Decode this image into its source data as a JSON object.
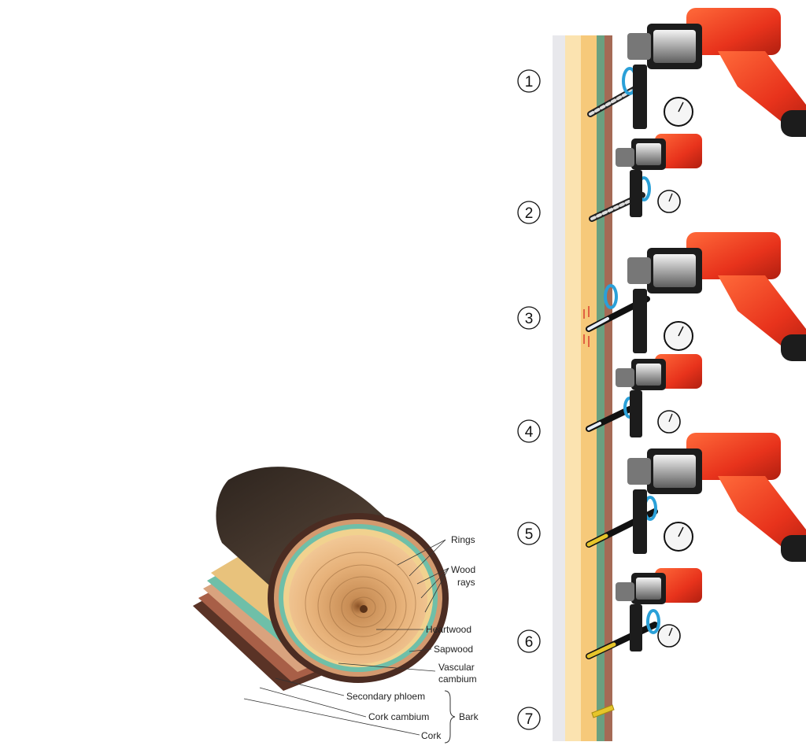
{
  "trunk_labels": {
    "rings": "Rings",
    "wood_rays_1": "Wood",
    "wood_rays_2": "rays",
    "heartwood": "Heartwood",
    "sapwood": "Sapwood",
    "vascular_cambium_1": "Vascular",
    "vascular_cambium_2": "cambium",
    "secondary_phloem": "Secondary phloem",
    "cork_cambium": "Cork cambium",
    "cork": "Cork",
    "bark": "Bark"
  },
  "steps": [
    "1",
    "2",
    "3",
    "4",
    "5",
    "6",
    "7"
  ],
  "colors": {
    "drill_body": "#e8331c",
    "drill_dark": "#1c1c1c",
    "rotation_arrow": "#2aa0d8",
    "heartwood": "#f6c97a",
    "sapwood": "#fbe3b0",
    "cambium_green": "#6aa080",
    "bark_brown": "#a56a55",
    "dye": "#e6c52a"
  }
}
